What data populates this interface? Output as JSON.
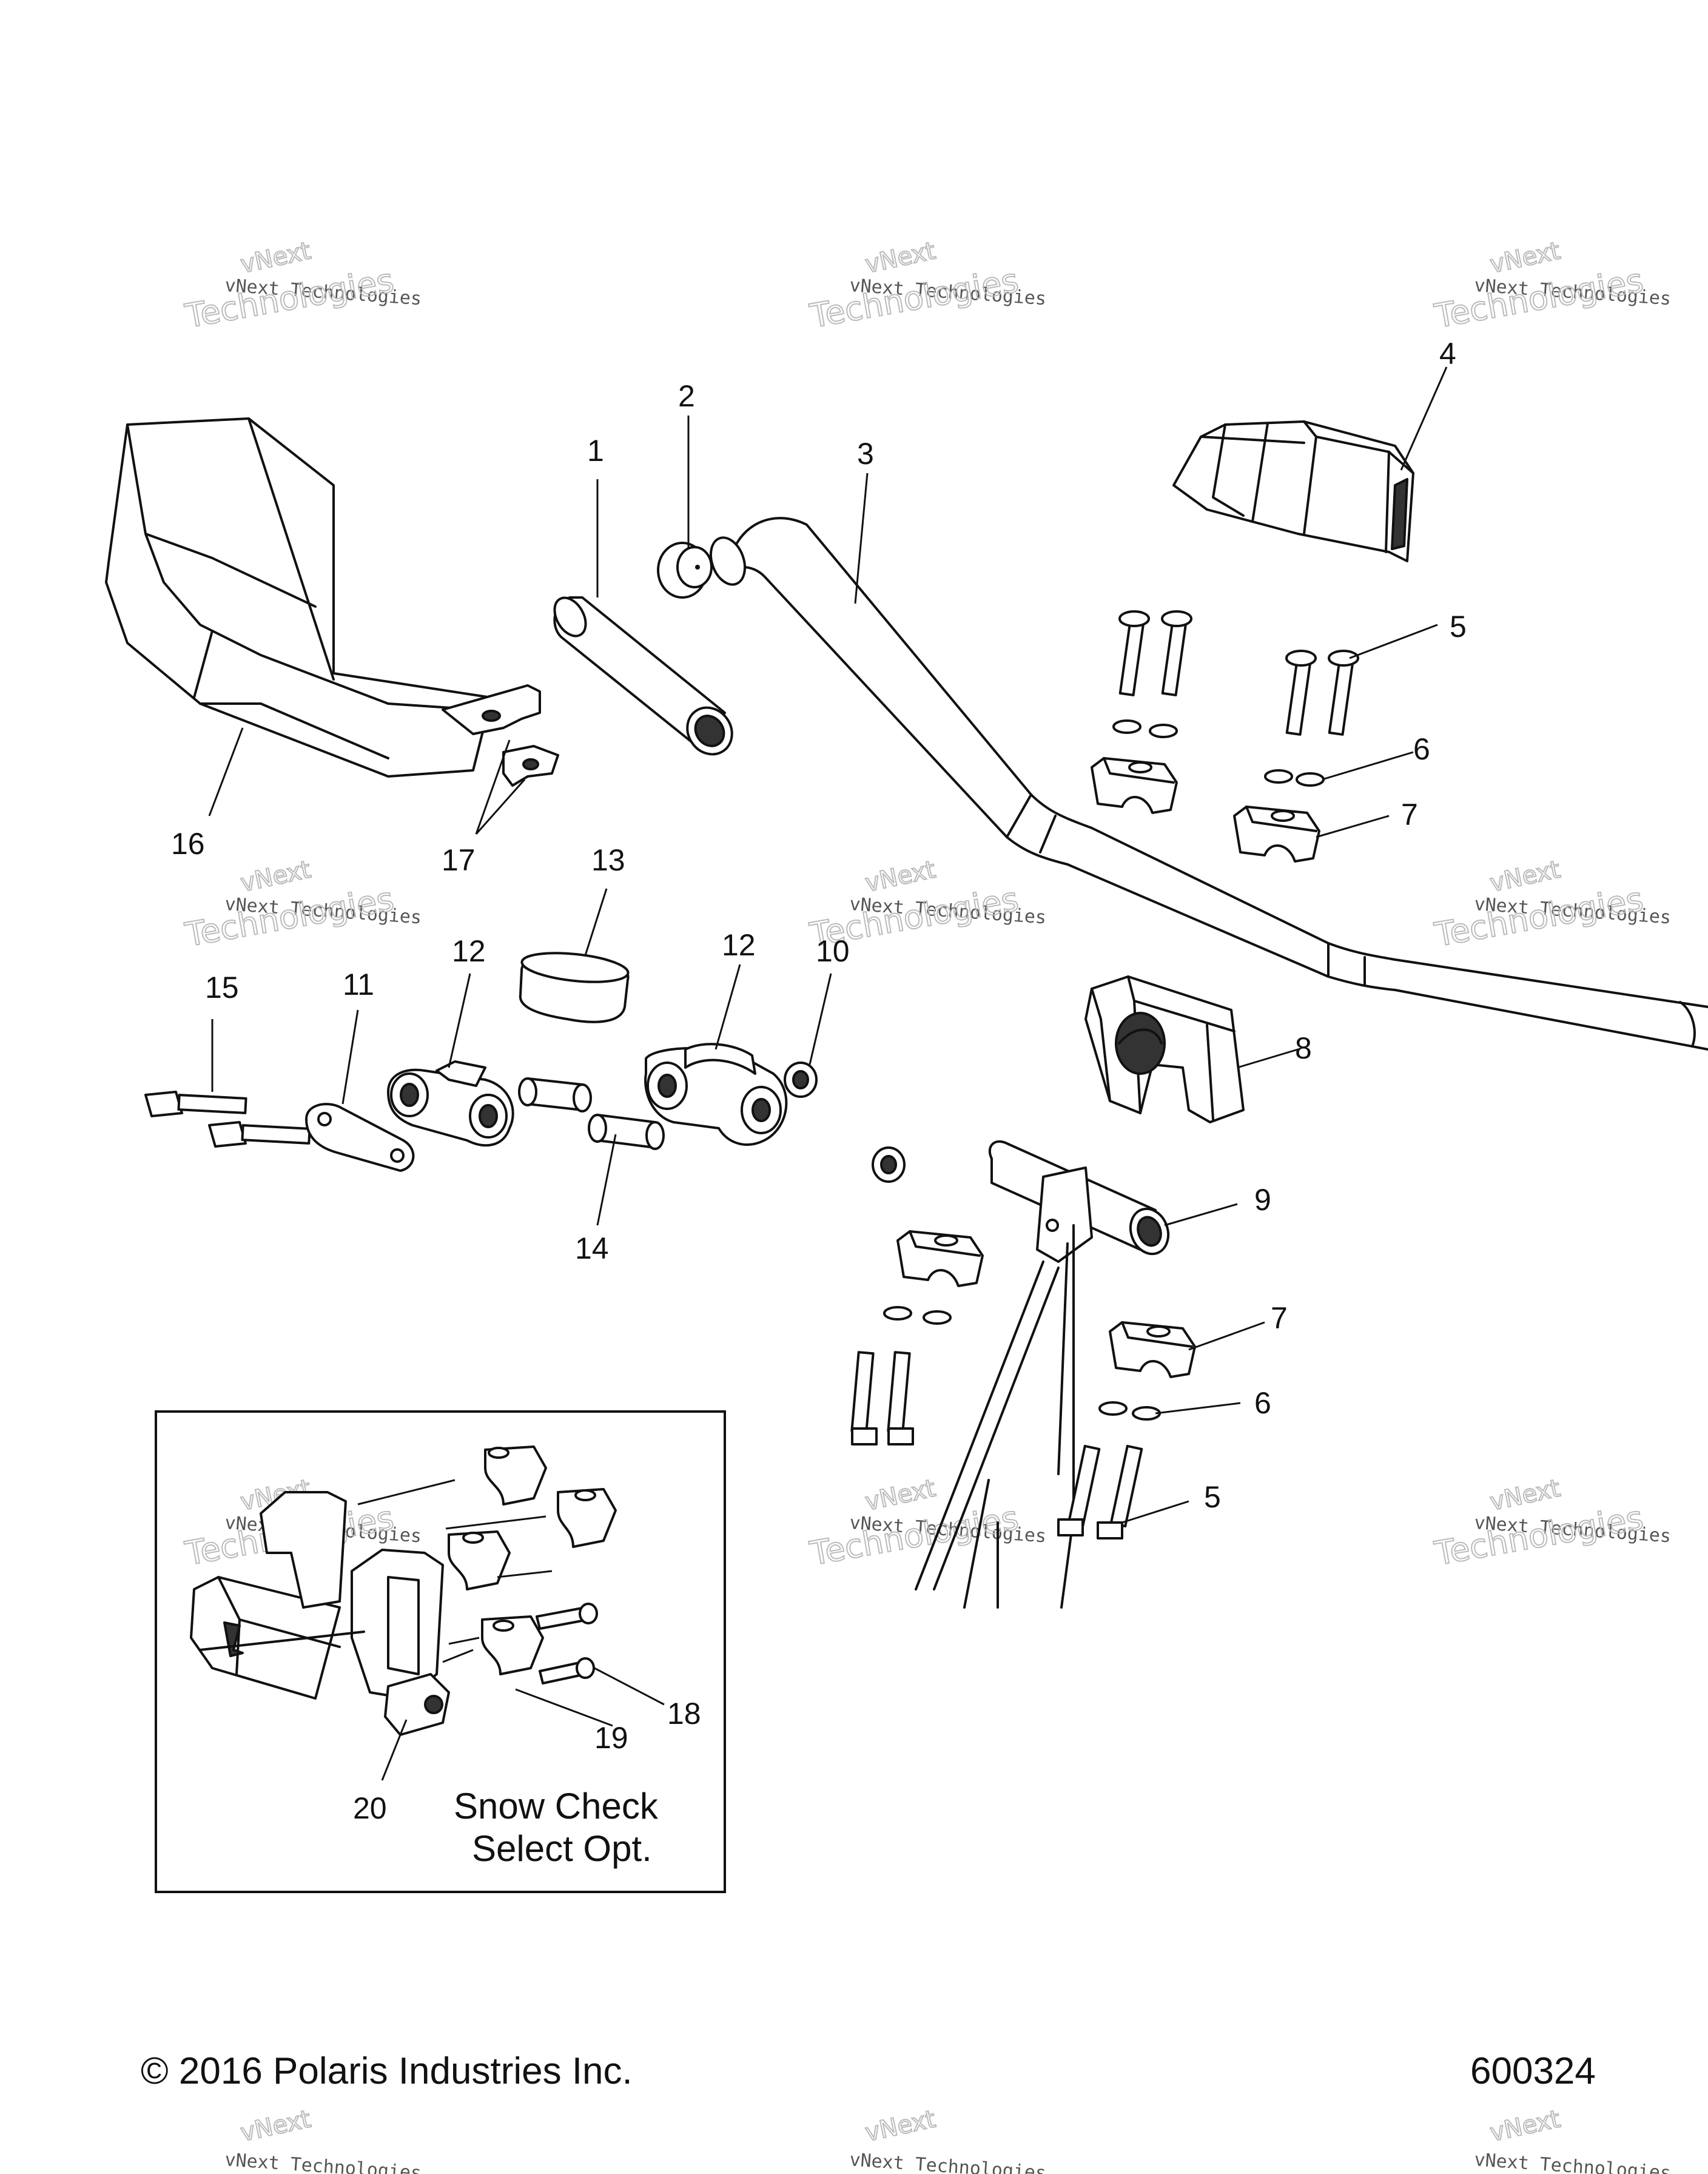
{
  "watermark": {
    "line1": "vNext Technologies",
    "line2": "Technologies",
    "line3": "vNext"
  },
  "callouts": {
    "c1": "1",
    "c2": "2",
    "c3": "3",
    "c4": "4",
    "c5a": "5",
    "c5b": "5",
    "c6a": "6",
    "c6b": "6",
    "c7a": "7",
    "c7b": "7",
    "c8": "8",
    "c9": "9",
    "c10": "10",
    "c11": "11",
    "c12a": "12",
    "c12b": "12",
    "c13": "13",
    "c14": "14",
    "c15": "15",
    "c16": "16",
    "c17": "17",
    "c18": "18",
    "c19": "19",
    "c20": "20"
  },
  "inset": {
    "title_line1": "Snow Check",
    "title_line2": "Select Opt."
  },
  "footer": {
    "copyright": "© 2016 Polaris Industries Inc.",
    "diagram_number": "600324"
  }
}
